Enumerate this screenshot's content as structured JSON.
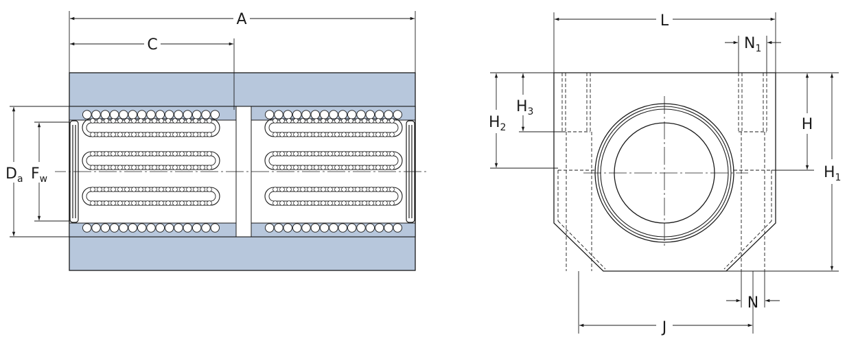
{
  "colors": {
    "housing_fill": "#b7c7dc",
    "line": "#1a1a1a",
    "ball_fill": "#ffffff",
    "background": "#ffffff"
  },
  "left_view": {
    "labels": {
      "A": "A",
      "C": "C",
      "Da_main": "D",
      "Da_sub": "a",
      "Fw_main": "F",
      "Fw_sub": "w"
    }
  },
  "right_view": {
    "labels": {
      "L": "L",
      "N1_main": "N",
      "N1_sub": "1",
      "H3_main": "H",
      "H3_sub": "3",
      "H2_main": "H",
      "H2_sub": "2",
      "H": "H",
      "H1_main": "H",
      "H1_sub": "1",
      "N": "N",
      "J": "J"
    }
  }
}
